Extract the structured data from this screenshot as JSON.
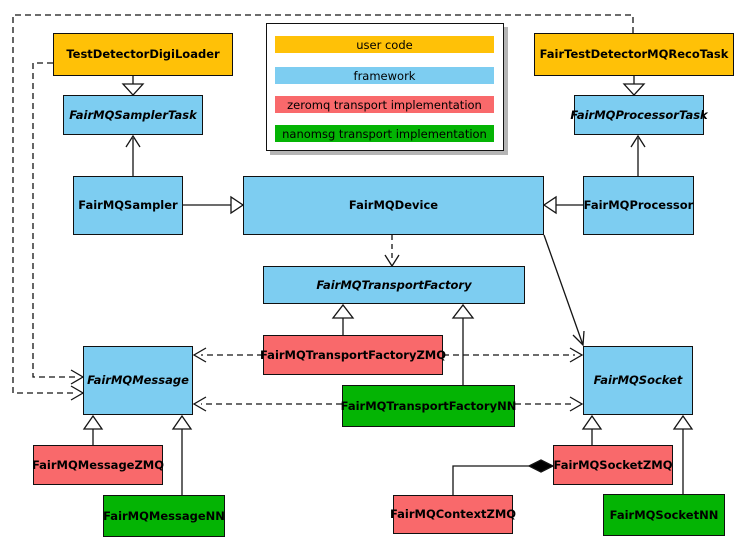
{
  "colors": {
    "user_code": "#ffc107",
    "framework": "#7dcdf1",
    "zeromq": "#f9696b",
    "nanomsg": "#04b404",
    "line": "#141414",
    "background": "#ffffff"
  },
  "legend": {
    "items": [
      {
        "label": "user code",
        "color": "#ffc107"
      },
      {
        "label": "framework",
        "color": "#7dcdf1"
      },
      {
        "label": "zeromq transport implementation",
        "color": "#f9696b"
      },
      {
        "label": "nanomsg transport implementation",
        "color": "#04b404"
      }
    ]
  },
  "nodes": {
    "digi_loader": {
      "label": "TestDetectorDigiLoader",
      "category": "user code",
      "abstract": false
    },
    "reco_task": {
      "label": "FairTestDetectorMQRecoTask",
      "category": "user code",
      "abstract": false
    },
    "sampler_task": {
      "label": "FairMQSamplerTask",
      "category": "framework",
      "abstract": true
    },
    "processor_task": {
      "label": "FairMQProcessorTask",
      "category": "framework",
      "abstract": true
    },
    "sampler": {
      "label": "FairMQSampler",
      "category": "framework",
      "abstract": false
    },
    "device": {
      "label": "FairMQDevice",
      "category": "framework",
      "abstract": false
    },
    "processor": {
      "label": "FairMQProcessor",
      "category": "framework",
      "abstract": false
    },
    "transport_factory": {
      "label": "FairMQTransportFactory",
      "category": "framework",
      "abstract": true
    },
    "transport_factory_zmq": {
      "label": "FairMQTransportFactoryZMQ",
      "category": "zeromq",
      "abstract": false
    },
    "transport_factory_nn": {
      "label": "FairMQTransportFactoryNN",
      "category": "nanomsg",
      "abstract": false
    },
    "message": {
      "label": "FairMQMessage",
      "category": "framework",
      "abstract": true
    },
    "socket": {
      "label": "FairMQSocket",
      "category": "framework",
      "abstract": true
    },
    "message_zmq": {
      "label": "FairMQMessageZMQ",
      "category": "zeromq",
      "abstract": false
    },
    "message_nn": {
      "label": "FairMQMessageNN",
      "category": "nanomsg",
      "abstract": false
    },
    "context_zmq": {
      "label": "FairMQContextZMQ",
      "category": "zeromq",
      "abstract": false
    },
    "socket_zmq": {
      "label": "FairMQSocketZMQ",
      "category": "zeromq",
      "abstract": false
    },
    "socket_nn": {
      "label": "FairMQSocketNN",
      "category": "nanomsg",
      "abstract": false
    }
  },
  "edges": [
    {
      "from": "TestDetectorDigiLoader",
      "to": "FairMQSamplerTask",
      "type": "inheritance"
    },
    {
      "from": "FairTestDetectorMQRecoTask",
      "to": "FairMQProcessorTask",
      "type": "inheritance"
    },
    {
      "from": "FairMQSampler",
      "to": "FairMQSamplerTask",
      "type": "association"
    },
    {
      "from": "FairMQProcessor",
      "to": "FairMQProcessorTask",
      "type": "association"
    },
    {
      "from": "FairMQSampler",
      "to": "FairMQDevice",
      "type": "inheritance"
    },
    {
      "from": "FairMQProcessor",
      "to": "FairMQDevice",
      "type": "inheritance"
    },
    {
      "from": "FairMQDevice",
      "to": "FairMQTransportFactory",
      "type": "dependency"
    },
    {
      "from": "FairMQDevice",
      "to": "FairMQSocket",
      "type": "association"
    },
    {
      "from": "FairMQTransportFactoryZMQ",
      "to": "FairMQTransportFactory",
      "type": "inheritance"
    },
    {
      "from": "FairMQTransportFactoryNN",
      "to": "FairMQTransportFactory",
      "type": "inheritance"
    },
    {
      "from": "FairMQTransportFactoryZMQ",
      "to": "FairMQMessage",
      "type": "dependency"
    },
    {
      "from": "FairMQTransportFactoryZMQ",
      "to": "FairMQSocket",
      "type": "dependency"
    },
    {
      "from": "FairMQTransportFactoryNN",
      "to": "FairMQMessage",
      "type": "dependency"
    },
    {
      "from": "FairMQTransportFactoryNN",
      "to": "FairMQSocket",
      "type": "dependency"
    },
    {
      "from": "TestDetectorDigiLoader",
      "to": "FairMQMessage",
      "type": "dependency"
    },
    {
      "from": "FairTestDetectorMQRecoTask",
      "to": "FairMQMessage",
      "type": "dependency"
    },
    {
      "from": "FairMQMessageZMQ",
      "to": "FairMQMessage",
      "type": "inheritance"
    },
    {
      "from": "FairMQMessageNN",
      "to": "FairMQMessage",
      "type": "inheritance"
    },
    {
      "from": "FairMQSocketZMQ",
      "to": "FairMQSocket",
      "type": "inheritance"
    },
    {
      "from": "FairMQSocketNN",
      "to": "FairMQSocket",
      "type": "inheritance"
    },
    {
      "from": "FairMQSocketZMQ",
      "to": "FairMQContextZMQ",
      "type": "composition"
    }
  ]
}
